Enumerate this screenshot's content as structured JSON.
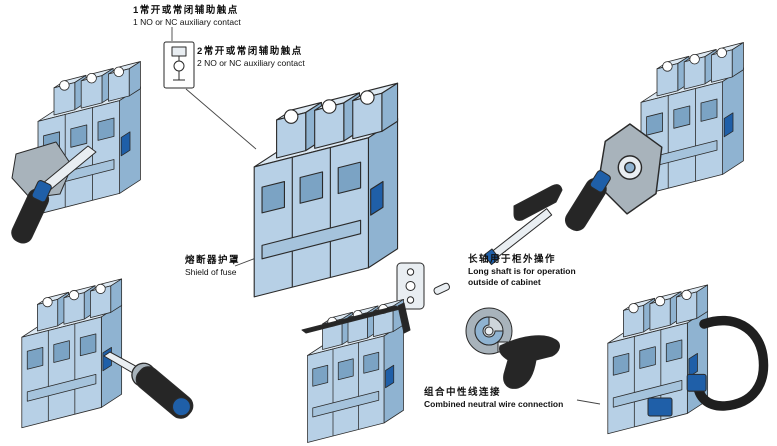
{
  "labels": {
    "aux1": {
      "zh": "1常开或常闭辅助触点",
      "en": "1 NO or NC auxiliary contact"
    },
    "aux2": {
      "zh": "2常开或常闭辅助触点",
      "en": "2 NO or NC auxiliary contact"
    },
    "fuse_shield": {
      "zh": "熔断器护罩",
      "en": "Shield of fuse"
    },
    "long_shaft": {
      "zh": "长轴用于柜外操作",
      "en_line1": "Long shaft is for operation",
      "en_line2": "outside of cabinet"
    },
    "neutral": {
      "zh": "组合中性线连接",
      "en": "Combined neutral wire connection"
    }
  },
  "colors": {
    "background": "#ffffff",
    "body_blue": "#b7d0e6",
    "body_blue_light": "#dce8f2",
    "body_blue_dark": "#8fb3d1",
    "accent_blue": "#1f5fa8",
    "handle_dark": "#262626",
    "plate_gray": "#a8b3bb",
    "outline": "#2a2a2a"
  }
}
